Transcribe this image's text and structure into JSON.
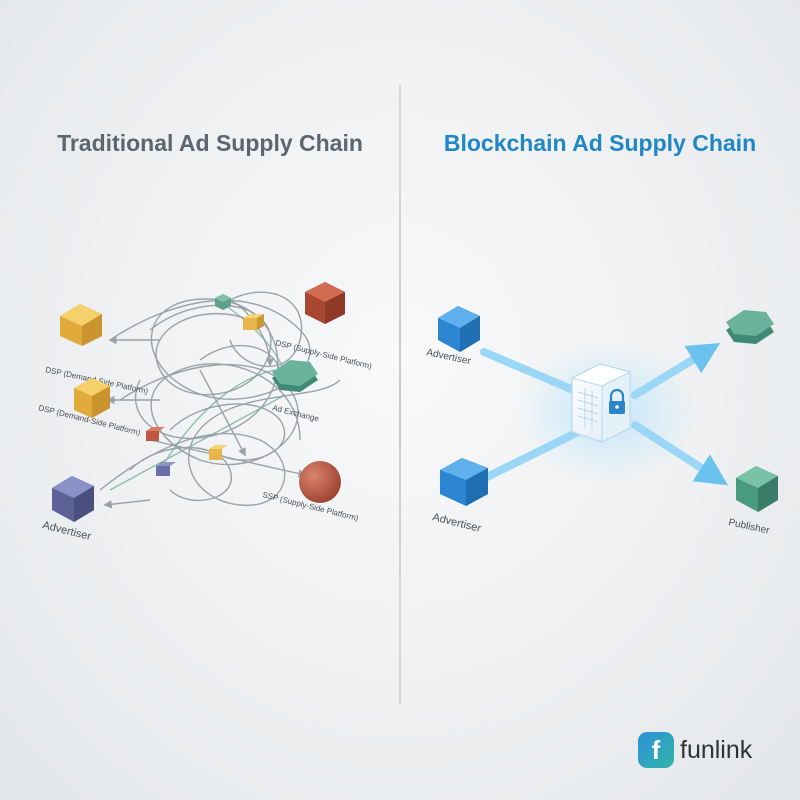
{
  "left": {
    "title": "Traditional Ad Supply Chain",
    "labels": {
      "dsp_top": "DSP (Demand-Side Platform)",
      "dsp_mid": "DSP (Demand-Side Platform)",
      "dsp_right": "DSP (Supply-Side Platform)",
      "ad_exchange": "Ad Exchange",
      "ssp": "SSP (Supply-Side Platform)",
      "advertiser": "Advertiser"
    },
    "colors": {
      "yellow": "#f2c14e",
      "red": "#b9533f",
      "green": "#4f9a86",
      "indigo": "#6a6fa6",
      "gray_line": "#8e9499"
    }
  },
  "right": {
    "title": "Blockchain Ad Supply Chain",
    "labels": {
      "advertiser_top": "Advertiser",
      "advertiser_bottom": "Advertiser",
      "publisher": "Publisher"
    },
    "center_icon": "lock-icon",
    "colors": {
      "blue": "#2f8fd8",
      "green": "#4f9a86",
      "arrow": "#8fd0f3"
    }
  },
  "brand": {
    "logo_letter": "f",
    "name": "funlink"
  }
}
